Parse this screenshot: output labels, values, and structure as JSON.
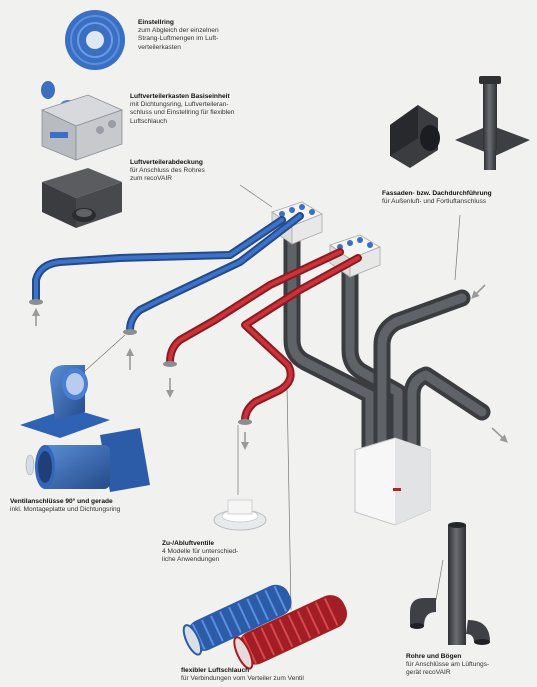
{
  "labels": {
    "einstellring": {
      "title": "Einstellring",
      "desc": "zum Abgleich der einzelnen\nStrang-Luftmengen im Luft-\nverteilerkasten"
    },
    "verteilerkasten": {
      "title": "Luftverteilerkasten Basiseinheit",
      "desc": "mit Dichtungsring, Luftverteileran-\nschluss und Einstellring für flexiblen\nLuftschlauch"
    },
    "abdeckung": {
      "title": "Luftverteilerabdeckung",
      "desc": "für Anschluss des Rohres\nzum recoVAIR"
    },
    "fassaden": {
      "title": "Fassaden- bzw. Dachdurchführung",
      "desc": "für Außenluft- und Fortluftanschluss"
    },
    "ventilanschluss": {
      "title": "Ventilanschlüsse 90° und gerade",
      "desc": "inkl. Montageplatte und Dichtungsring"
    },
    "ventile": {
      "title": "Zu-/Abluftventile",
      "desc": "4 Modelle für unterschied-\nliche Anwendungen"
    },
    "schlauch": {
      "title": "flexibler Luftschlauch",
      "desc": "für Verbindungen vom Verteiler zum Ventil"
    },
    "rohre": {
      "title": "Rohre und Bögen",
      "desc": "für Anschlüsse am Lüftungs-\ngerät recoVAIR"
    }
  },
  "colors": {
    "background": "#f1f1ef",
    "supply_blue": "#2f5fa8",
    "exhaust_red": "#b3222b",
    "duct_grey": "#4a4d52",
    "leader_line": "#666666",
    "arrow_grey": "#9a9a9a"
  },
  "icons": {
    "supply_arrow": "up-arrow",
    "exhaust_arrow": "down-arrow"
  }
}
